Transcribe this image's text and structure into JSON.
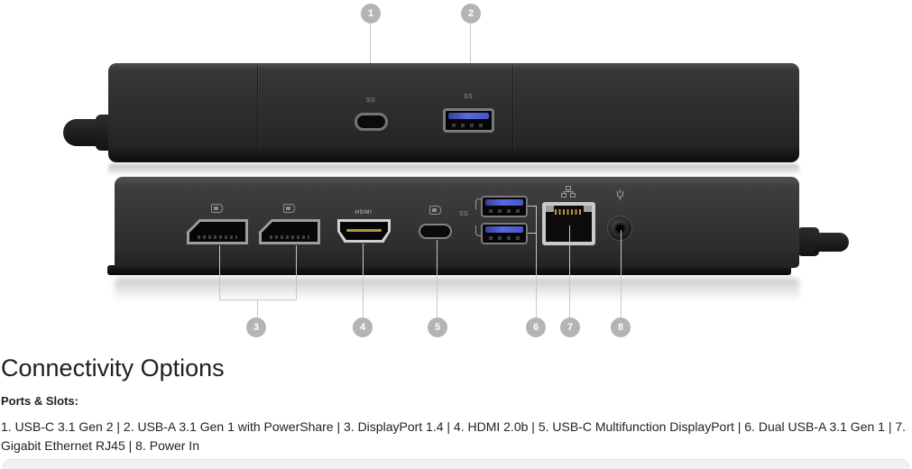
{
  "product": {
    "callouts": [
      {
        "number": "1"
      },
      {
        "number": "2"
      },
      {
        "number": "3"
      },
      {
        "number": "4"
      },
      {
        "number": "5"
      },
      {
        "number": "6"
      },
      {
        "number": "7"
      },
      {
        "number": "8"
      }
    ],
    "device_labels": {
      "front_usb_c_logo": "SS",
      "front_usb_a_logo": "SS",
      "hdmi": "HDMI",
      "rear_dual_usb_logo": "SS"
    }
  },
  "section": {
    "heading": "Connectivity Options",
    "subheading": "Ports & Slots:",
    "ports_line": "1. USB-C 3.1 Gen 2 | 2. USB-A 3.1 Gen 1 with PowerShare | 3. DisplayPort 1.4 | 4. HDMI 2.0b | 5. USB-C Multifunction DisplayPort | 6. Dual USB-A 3.1 Gen 1 | 7. Gigabit Ethernet RJ45 | 8. Power In"
  },
  "colors": {
    "usb_blue": "#4655cc",
    "hdmi_pin_gold": "#b8913f",
    "callout_gray": "#b4b4b4",
    "callout_line_gray": "#c7c7c7",
    "device_dark": "#2d2d2d",
    "section_divider_gray": "#f0f0f0"
  }
}
